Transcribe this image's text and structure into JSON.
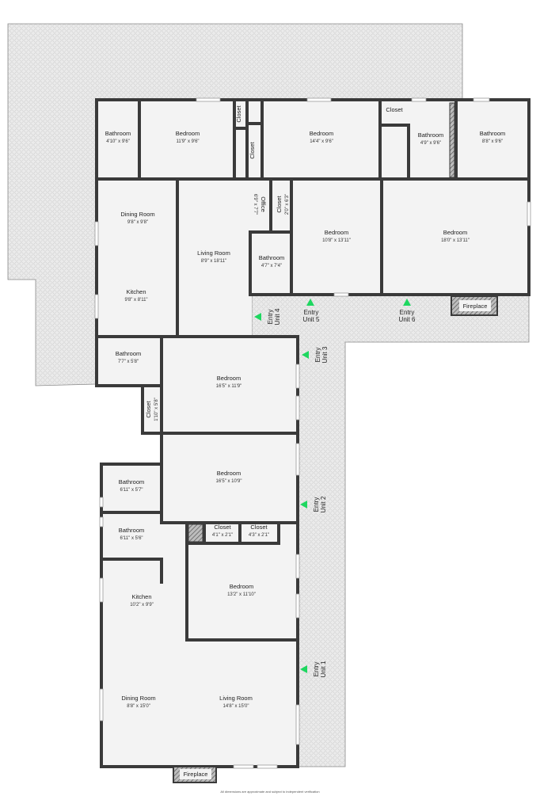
{
  "rooms": [
    {
      "id": "bath-a",
      "name": "Bathroom",
      "dim": "4'10\" x 9'6\""
    },
    {
      "id": "bed-a",
      "name": "Bedroom",
      "dim": "11'9\" x 9'6\""
    },
    {
      "id": "closet-a",
      "name": "Closet",
      "dim": ""
    },
    {
      "id": "closet-b",
      "name": "Closet",
      "dim": ""
    },
    {
      "id": "bed-b",
      "name": "Bedroom",
      "dim": "14'4\" x 9'6\""
    },
    {
      "id": "closet-c",
      "name": "Closet",
      "dim": ""
    },
    {
      "id": "bath-b",
      "name": "Bathroom",
      "dim": "4'9\" x 9'6\""
    },
    {
      "id": "bath-c",
      "name": "Bathroom",
      "dim": "8'8\" x 9'6\""
    },
    {
      "id": "dining-a",
      "name": "Dining Room",
      "dim": "9'8\" x 9'8\""
    },
    {
      "id": "living-a",
      "name": "Living Room",
      "dim": "8'9\" x 18'11\""
    },
    {
      "id": "kitchen-a",
      "name": "Kitchen",
      "dim": "9'8\" x 8'11\""
    },
    {
      "id": "office",
      "name": "Office",
      "dim": "6'9\" x 7'7\""
    },
    {
      "id": "closet-d",
      "name": "Closet",
      "dim": "2'0\" x 6'3\""
    },
    {
      "id": "bath-d",
      "name": "Bathroom",
      "dim": "4'7\" x 7'4\""
    },
    {
      "id": "bed-c",
      "name": "Bedroom",
      "dim": "10'8\" x 13'11\""
    },
    {
      "id": "bed-d",
      "name": "Bedroom",
      "dim": "18'0\" x 13'11\""
    },
    {
      "id": "bath-e",
      "name": "Bathroom",
      "dim": "7'7\" x 5'8\""
    },
    {
      "id": "bed-e",
      "name": "Bedroom",
      "dim": "16'5\" x 11'9\""
    },
    {
      "id": "closet-e",
      "name": "Closet",
      "dim": "1'10\" x 5'8\""
    },
    {
      "id": "bed-f",
      "name": "Bedroom",
      "dim": "16'5\" x 10'9\""
    },
    {
      "id": "bath-f",
      "name": "Bathroom",
      "dim": "6'11\" x 5'7\""
    },
    {
      "id": "bath-g",
      "name": "Bathroom",
      "dim": "6'11\" x 5'6\""
    },
    {
      "id": "closet-f",
      "name": "Closet",
      "dim": "4'1\" x 2'1\""
    },
    {
      "id": "closet-g",
      "name": "Closet",
      "dim": "4'3\" x 2'1\""
    },
    {
      "id": "kitchen-b",
      "name": "Kitchen",
      "dim": "10'2\" x 9'9\""
    },
    {
      "id": "bed-g",
      "name": "Bedroom",
      "dim": "13'2\" x 11'10\""
    },
    {
      "id": "dining-b",
      "name": "Dining Room",
      "dim": "8'8\" x 15'0\""
    },
    {
      "id": "living-b",
      "name": "Living Room",
      "dim": "14'8\" x 15'0\""
    }
  ],
  "entries": [
    {
      "id": "unit-1",
      "line1": "Entry",
      "line2": "Unit 1"
    },
    {
      "id": "unit-2",
      "line1": "Entry",
      "line2": "Unit 2"
    },
    {
      "id": "unit-3",
      "line1": "Entry",
      "line2": "Unit 3"
    },
    {
      "id": "unit-4",
      "line1": "Entry",
      "line2": "Unit 4"
    },
    {
      "id": "unit-5",
      "line1": "Entry",
      "line2": "Unit 5"
    },
    {
      "id": "unit-6",
      "line1": "Entry",
      "line2": "Unit 6"
    }
  ],
  "fireplaces": [
    {
      "id": "top",
      "label": "Fireplace"
    },
    {
      "id": "bottom",
      "label": "Fireplace"
    }
  ],
  "disclaimer": "All dimensions are approximate and subject to independent verification",
  "colors": {
    "wall": "#3a3a3a",
    "floor": "#f2f2f2",
    "patio": "#e6e6e6",
    "entry": "#1ed760"
  }
}
